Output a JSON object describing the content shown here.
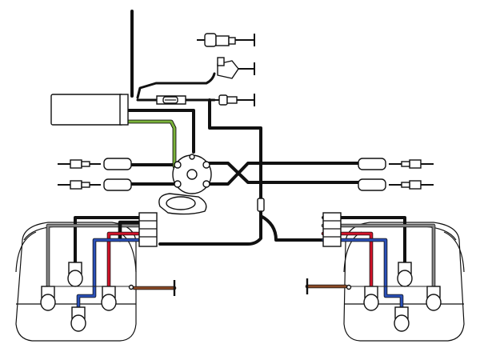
{
  "diagram": {
    "style": "ignition and headlamp wiring schematic",
    "colors": {
      "primary_wire": "#111111",
      "sidelight_wire": "#888888",
      "main_beam_wire": "#d3132a",
      "dip_beam_wire": "#2a50b8",
      "coil_to_distributor_wire": "#7ab33a",
      "earth_strap": "#8a4a26"
    },
    "components": [
      {
        "name": "ignition-coil",
        "icon": "coil-icon"
      },
      {
        "name": "inline-fuse",
        "icon": "fuse-icon"
      },
      {
        "name": "distributor",
        "icon": "distributor-icon"
      },
      {
        "name": "spark-plug",
        "count": 4,
        "icon": "spark-plug-icon"
      },
      {
        "name": "sender-unit",
        "count": 3,
        "icon": "sender-icon"
      },
      {
        "name": "headlamp-unit",
        "count": 2,
        "icon": "headlamp-icon"
      },
      {
        "name": "connector-block",
        "count": 2,
        "icon": "connector-icon"
      },
      {
        "name": "bulb",
        "count": 8,
        "icon": "bulb-icon"
      },
      {
        "name": "earth-point",
        "count": 5,
        "icon": "ground-icon"
      }
    ]
  }
}
